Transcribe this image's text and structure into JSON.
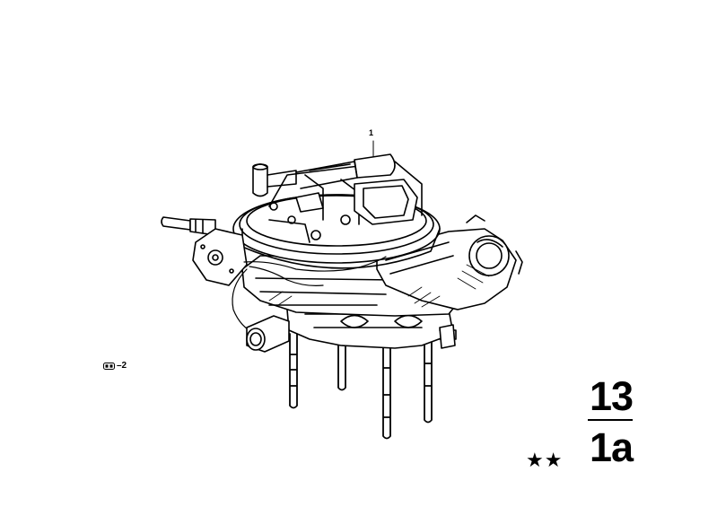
{
  "diagram": {
    "part_callout": "1",
    "reference": {
      "icon": "reference-box-icon",
      "label": "–2"
    },
    "group": {
      "top": "13",
      "bottom": "1a"
    },
    "stars": "★★"
  }
}
